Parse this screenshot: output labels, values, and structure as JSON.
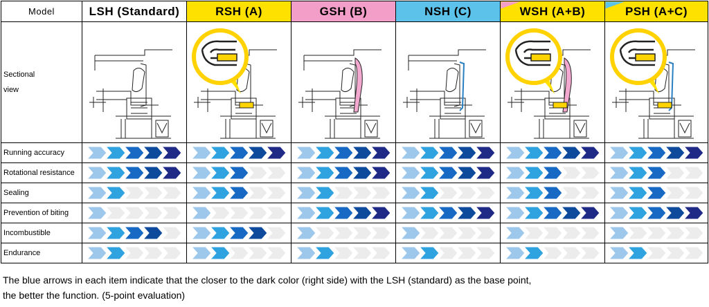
{
  "header": {
    "model_label": "Model"
  },
  "models": [
    {
      "name": "LSH (Standard)",
      "header_color": "#ffffff",
      "seal": "none",
      "magnify": false
    },
    {
      "name": "RSH (A)",
      "header_color": "#ffe100",
      "seal": "yellow",
      "magnify": true
    },
    {
      "name": "GSH (B)",
      "header_color": "#f29ec8",
      "seal": "pink",
      "magnify": false
    },
    {
      "name": "NSH (C)",
      "header_color": "#5cc2ea",
      "seal": "blue",
      "magnify": false
    },
    {
      "name": "WSH (A+B)",
      "header_color": "#ffe100",
      "header_accent": "#f29ec8",
      "seal": "yellow+pink",
      "magnify": true
    },
    {
      "name": "PSH (A+C)",
      "header_color": "#ffe100",
      "header_accent": "#5cc2ea",
      "seal": "yellow+blue",
      "magnify": true
    }
  ],
  "sectional_label": [
    "Sectional",
    "view"
  ],
  "arrow_colors": [
    "#9dc8ec",
    "#2fa2e0",
    "#1769c4",
    "#0d4a9c",
    "#1f2a86"
  ],
  "arrow_empty_color": "#ececec",
  "ratings": [
    {
      "label": "Running accuracy",
      "values": [
        5,
        5,
        5,
        5,
        5,
        5
      ]
    },
    {
      "label": "Rotational resistance",
      "values": [
        5,
        3,
        5,
        5,
        3,
        3
      ]
    },
    {
      "label": "Sealing",
      "values": [
        2,
        3,
        2,
        2,
        3,
        3
      ]
    },
    {
      "label": "Prevention of biting",
      "values": [
        1,
        1,
        5,
        5,
        5,
        5
      ]
    },
    {
      "label": "Incombustible",
      "values": [
        4,
        4,
        1,
        1,
        1,
        1
      ]
    },
    {
      "label": "Endurance",
      "values": [
        2,
        2,
        2,
        2,
        2,
        2
      ]
    }
  ],
  "caption": {
    "line1": "The blue arrows in each item indicate that the closer to the dark color (right side) with the LSH (standard) as the base point,",
    "line2": "the better the function. (5-point evaluation)"
  }
}
